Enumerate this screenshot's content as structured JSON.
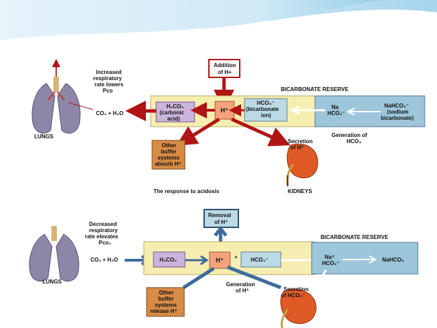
{
  "colors": {
    "header_light": "#d9eef9",
    "header_mid": "#8fcbe8",
    "panel": "#f6eeb0",
    "panel_border": "#b9ab63",
    "h2co3_box": "#cbb4dc",
    "h_box": "#f5a27c",
    "hco3_box": "#bcd9e6",
    "reserve_box": "#9dc6db",
    "buffer_box": "#d78b46",
    "red_arrow": "#b01515",
    "blue_arrow": "#3f6b9a",
    "kidney": "#e05a26",
    "lungs": "#7a6f95"
  },
  "top": {
    "lungs_note_1": "Increased",
    "lungs_note_2": "respiratory",
    "lungs_note_3": "rate lowers",
    "lungs_note_4": "Pco",
    "lungs_label": "LUNGS",
    "reaction": "CO₂ + H₂O",
    "addition_1": "Addition",
    "addition_2": "of H+",
    "reserve_title": "BICARBONATE RESERVE",
    "h2co3_1": "H₂CO₃",
    "h2co3_2": "(carbonic",
    "h2co3_3": "acid)",
    "h_ion": "H⁺",
    "plus": "+",
    "hco3_1": "HCO₃⁻",
    "hco3_2": "(bicarbonate",
    "hco3_3": "ion)",
    "na_1": "Na",
    "na_2": "HCO₃⁻",
    "nahco3_1": "NaHCO₃⁻",
    "nahco3_2": "(sodium",
    "nahco3_3": "bicarbonate)",
    "generation_1": "Generation of",
    "generation_2": "HCO₃",
    "secretion_1": "Secretion",
    "secretion_2": "of H⁺",
    "buffer_1": "Other",
    "buffer_2": "buffer",
    "buffer_3": "systems",
    "buffer_4": "absorb H⁺",
    "caption": "The response to acidosis",
    "kidneys": "KIDNEYS"
  },
  "bottom": {
    "removal_1": "Removal",
    "removal_2": "of H⁺",
    "lungs_note_1": "Decreased",
    "lungs_note_2": "respiratory",
    "lungs_note_3": "rate elevates",
    "lungs_note_4": "Pco₂",
    "lungs_label": "LUNGS",
    "reaction": "CO₂ + H₂O",
    "h2co3": "H₂CO₃",
    "h_ion": "H⁺",
    "plus": "+",
    "hco3": "HCO₃⁻",
    "reserve_title": "BICARBONATE RESERVE",
    "na_1": "Na⁺",
    "na_2": "HCO₃⁻",
    "nahco3": "NaHCO₃",
    "generation_1": "Generation",
    "generation_2": "of H⁺",
    "secretion_1": "Secretion",
    "secretion_2": "of HCO₃⁻",
    "buffer_1": "Other",
    "buffer_2": "buffer",
    "buffer_3": "systems",
    "buffer_4": "release H⁺"
  }
}
